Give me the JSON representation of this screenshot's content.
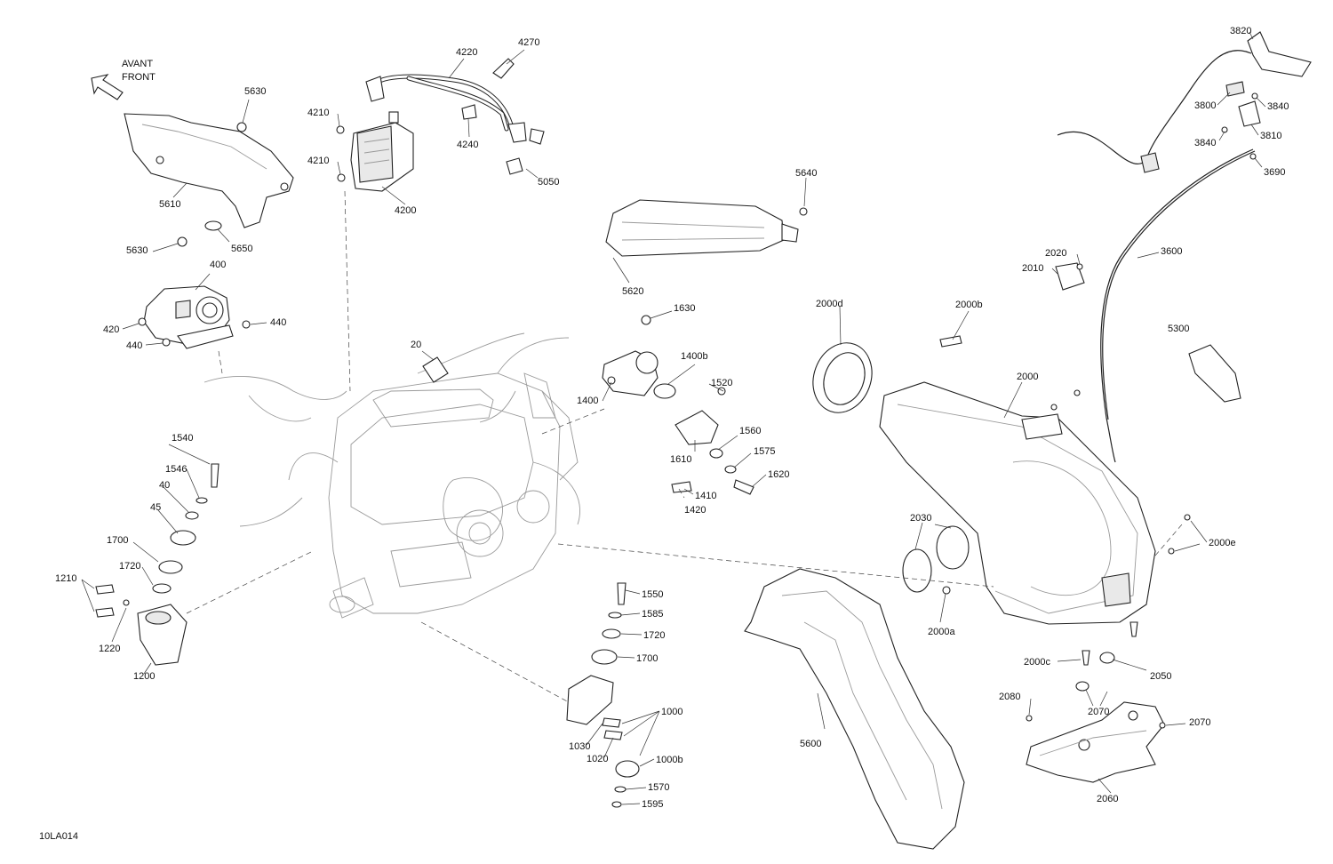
{
  "diagram_id": "10LA014",
  "direction": {
    "line1": "AVANT",
    "line2": "FRONT",
    "icon": "arrow-up-left-icon"
  },
  "callouts": [
    {
      "id": "c5630a",
      "text": "5630"
    },
    {
      "id": "c5610",
      "text": "5610"
    },
    {
      "id": "c5630b",
      "text": "5630"
    },
    {
      "id": "c5650",
      "text": "5650"
    },
    {
      "id": "c400",
      "text": "400"
    },
    {
      "id": "c420",
      "text": "420"
    },
    {
      "id": "c440a",
      "text": "440"
    },
    {
      "id": "c440b",
      "text": "440"
    },
    {
      "id": "c4210a",
      "text": "4210"
    },
    {
      "id": "c4210b",
      "text": "4210"
    },
    {
      "id": "c4220",
      "text": "4220"
    },
    {
      "id": "c4270",
      "text": "4270"
    },
    {
      "id": "c4240",
      "text": "4240"
    },
    {
      "id": "c4200",
      "text": "4200"
    },
    {
      "id": "c5050",
      "text": "5050"
    },
    {
      "id": "c5640",
      "text": "5640"
    },
    {
      "id": "c5620",
      "text": "5620"
    },
    {
      "id": "c20",
      "text": "20"
    },
    {
      "id": "c1630",
      "text": "1630"
    },
    {
      "id": "c1400b",
      "text": "1400b"
    },
    {
      "id": "c1520",
      "text": "1520"
    },
    {
      "id": "c1400",
      "text": "1400"
    },
    {
      "id": "c1560",
      "text": "1560"
    },
    {
      "id": "c1610",
      "text": "1610"
    },
    {
      "id": "c1575",
      "text": "1575"
    },
    {
      "id": "c1620",
      "text": "1620"
    },
    {
      "id": "c1410",
      "text": "1410"
    },
    {
      "id": "c1420",
      "text": "1420"
    },
    {
      "id": "c1540",
      "text": "1540"
    },
    {
      "id": "c1546",
      "text": "1546"
    },
    {
      "id": "c40",
      "text": "40"
    },
    {
      "id": "c45",
      "text": "45"
    },
    {
      "id": "c1700a",
      "text": "1700"
    },
    {
      "id": "c1720a",
      "text": "1720"
    },
    {
      "id": "c1210",
      "text": "1210"
    },
    {
      "id": "c1220",
      "text": "1220"
    },
    {
      "id": "c1200",
      "text": "1200"
    },
    {
      "id": "c1550",
      "text": "1550"
    },
    {
      "id": "c1585",
      "text": "1585"
    },
    {
      "id": "c1720b",
      "text": "1720"
    },
    {
      "id": "c1700b",
      "text": "1700"
    },
    {
      "id": "c1000",
      "text": "1000"
    },
    {
      "id": "c1030",
      "text": "1030"
    },
    {
      "id": "c1020",
      "text": "1020"
    },
    {
      "id": "c1000b",
      "text": "1000b"
    },
    {
      "id": "c1570",
      "text": "1570"
    },
    {
      "id": "c1595",
      "text": "1595"
    },
    {
      "id": "c3820",
      "text": "3820"
    },
    {
      "id": "c3800",
      "text": "3800"
    },
    {
      "id": "c3840a",
      "text": "3840"
    },
    {
      "id": "c3840b",
      "text": "3840"
    },
    {
      "id": "c3810",
      "text": "3810"
    },
    {
      "id": "c3690",
      "text": "3690"
    },
    {
      "id": "c2020",
      "text": "2020"
    },
    {
      "id": "c2010",
      "text": "2010"
    },
    {
      "id": "c3600",
      "text": "3600"
    },
    {
      "id": "c2000d",
      "text": "2000d"
    },
    {
      "id": "c2000b",
      "text": "2000b"
    },
    {
      "id": "c2000",
      "text": "2000"
    },
    {
      "id": "c5300",
      "text": "5300"
    },
    {
      "id": "c2030",
      "text": "2030"
    },
    {
      "id": "c2000e",
      "text": "2000e"
    },
    {
      "id": "c2000a",
      "text": "2000a"
    },
    {
      "id": "c5600",
      "text": "5600"
    },
    {
      "id": "c2000c",
      "text": "2000c"
    },
    {
      "id": "c2050",
      "text": "2050"
    },
    {
      "id": "c2070a",
      "text": "2070"
    },
    {
      "id": "c2080",
      "text": "2080"
    },
    {
      "id": "c2070b",
      "text": "2070"
    },
    {
      "id": "c2060",
      "text": "2060"
    }
  ]
}
